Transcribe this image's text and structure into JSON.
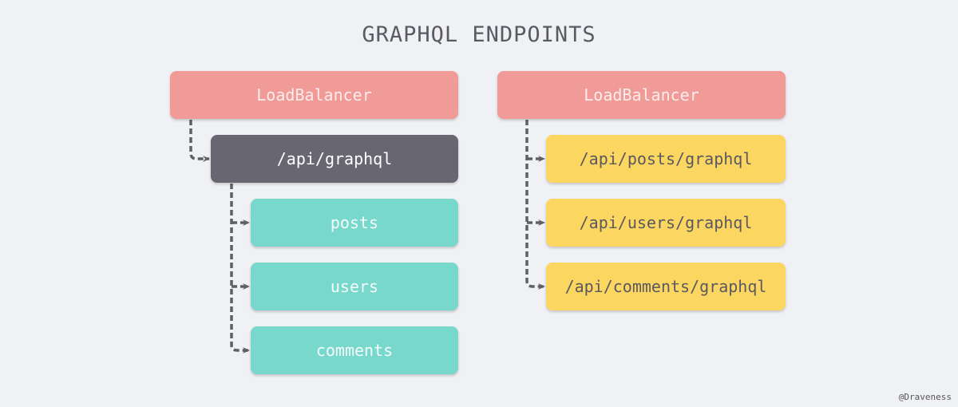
{
  "title": "GRAPHQL ENDPOINTS",
  "left": {
    "load_balancer": "LoadBalancer",
    "gateway": "/api/graphql",
    "children": [
      "posts",
      "users",
      "comments"
    ]
  },
  "right": {
    "load_balancer": "LoadBalancer",
    "children": [
      "/api/posts/graphql",
      "/api/users/graphql",
      "/api/comments/graphql"
    ]
  },
  "watermark": "@Draveness",
  "colors": {
    "background": "#f0f1f4",
    "load_balancer": "#f09b98",
    "gateway": "#676671",
    "service": "#79d8cc",
    "endpoint": "#fbd660",
    "connector": "#5f5f66"
  }
}
